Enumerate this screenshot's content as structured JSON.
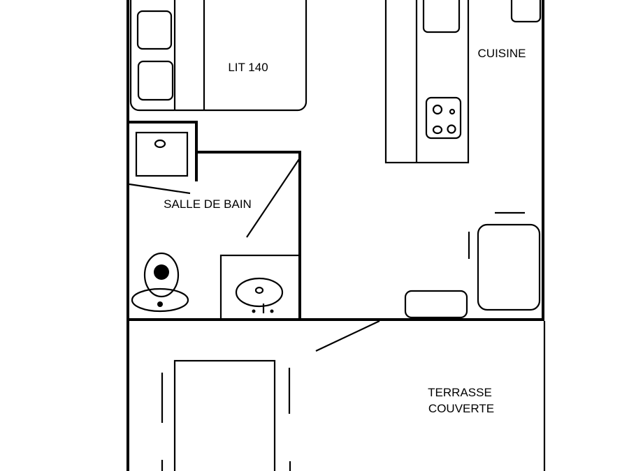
{
  "rooms": {
    "bedroom": {
      "label": "LIT 140"
    },
    "kitchen": {
      "label": "CUISINE"
    },
    "bathroom": {
      "label": "SALLE DE BAIN"
    },
    "terrace": {
      "label_line1": "TERRASSE",
      "label_line2": "COUVERTE"
    }
  },
  "colors": {
    "line": "#000000",
    "background": "#ffffff"
  }
}
